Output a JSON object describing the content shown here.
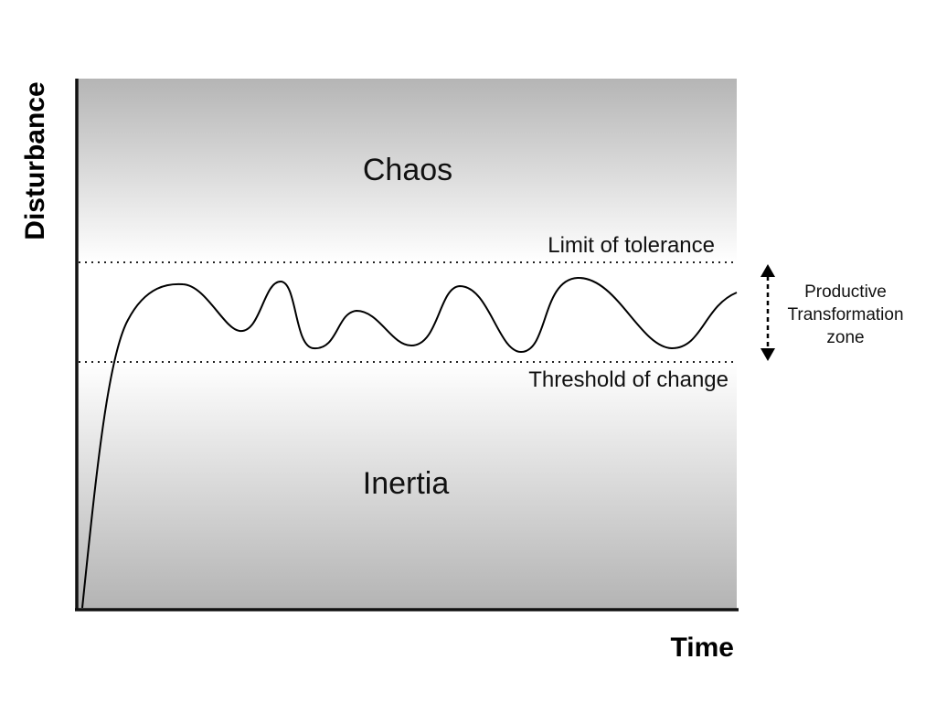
{
  "zones": {
    "upper": "Chaos",
    "lower": "Inertia"
  },
  "lines": {
    "upper": "Limit of tolerance",
    "lower": "Threshold of change"
  },
  "band_label": {
    "line1": "Productive",
    "line2": "Transformation",
    "line3": "zone"
  },
  "axes": {
    "y_label": "Disturbance",
    "x_label": "Time"
  }
}
